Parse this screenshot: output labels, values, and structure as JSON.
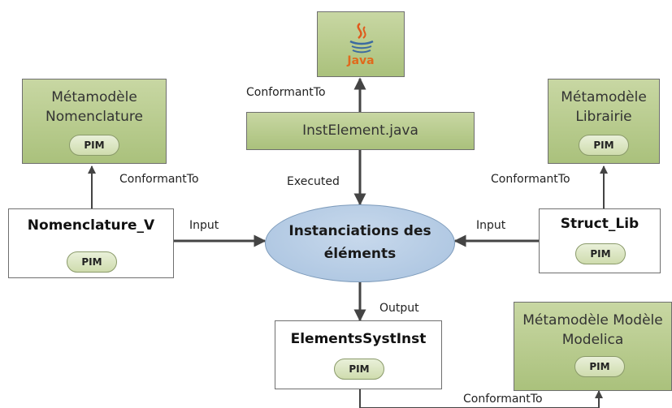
{
  "java_logo": {
    "text": "Java"
  },
  "instelement": {
    "label": "InstElement.java"
  },
  "meta_nomenclature": {
    "title": "Métamodèle Nomenclature",
    "badge": "PIM"
  },
  "meta_librairie": {
    "title": "Métamodèle Librairie",
    "badge": "PIM"
  },
  "nomenclature_v": {
    "title": "Nomenclature_V",
    "badge": "PIM"
  },
  "struct_lib": {
    "title": "Struct_Lib",
    "badge": "PIM"
  },
  "process": {
    "title": "Instanciations des éléments"
  },
  "elements_syst": {
    "title": "ElementsSystInst",
    "badge": "PIM"
  },
  "meta_modelica": {
    "title": "Métamodèle Modèle Modelica",
    "badge": "PIM"
  },
  "edges": {
    "java_conformant": "ConformantTo",
    "nomen_conformant": "ConformantTo",
    "lib_conformant": "ConformantTo",
    "executed": "Executed",
    "input_left": "Input",
    "input_right": "Input",
    "output": "Output",
    "modelica_conformant": "ConformantTo"
  },
  "colors": {
    "green_fill": "#aac17c",
    "ellipse_fill": "#a8c2df",
    "border": "#6f6f6f"
  },
  "icons": [
    "java-logo-icon"
  ]
}
